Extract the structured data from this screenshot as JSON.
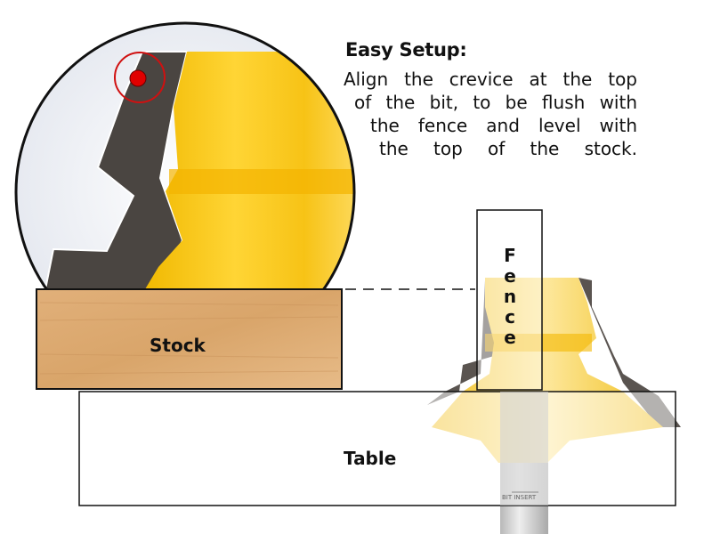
{
  "callout": {
    "heading": "Easy Setup:",
    "lines": [
      "Align the crevice at the top",
      "of the bit, to be flush with",
      "the fence and level with",
      "the top of the stock."
    ]
  },
  "labels": {
    "stock": "Stock",
    "table": "Table",
    "fence": [
      "F",
      "e",
      "n",
      "c",
      "e"
    ],
    "shank_marking": "BIT INSERT"
  },
  "colors": {
    "bit_yellow": "#F5C21A",
    "carbide": "#4a4541",
    "wood": "#D9A86C",
    "marker_red": "#E00000",
    "outline": "#111111"
  }
}
